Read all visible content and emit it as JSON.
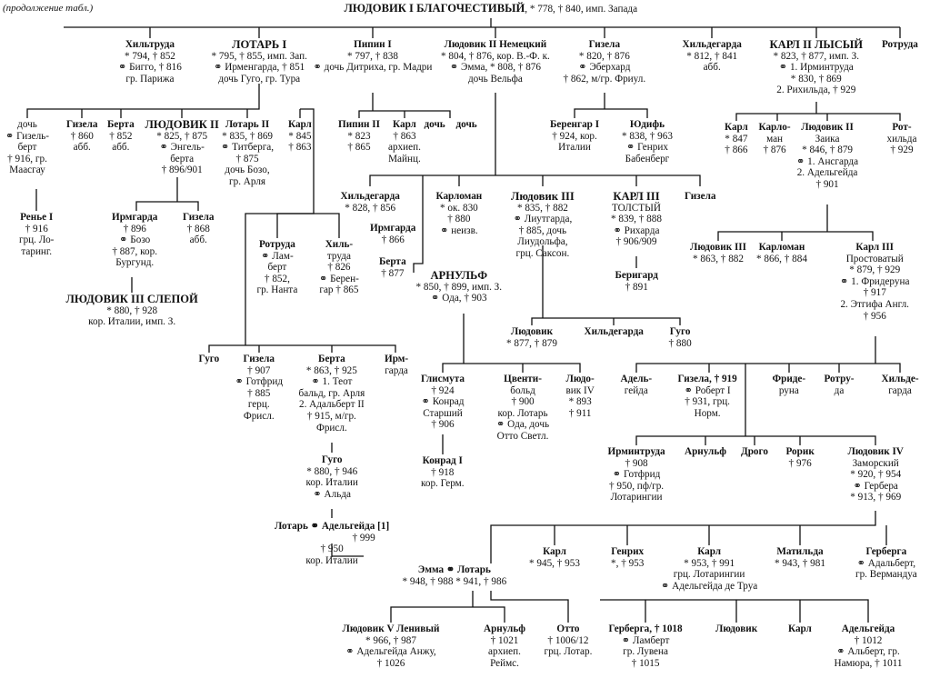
{
  "continuation": "(продолжение табл.)",
  "nodes": [
    {
      "id": "louis1",
      "name": "ЛЮДОВИК I БЛАГОЧЕСТИВЫЙ",
      "lines": [],
      "extra": ", * 778, † 840, имп. Запада"
    },
    {
      "id": "hiltrud",
      "name": "Хильтруда",
      "lines": [
        "* 794, † 852",
        "⚭ Бигго, † 816",
        "гр. Парижа"
      ]
    },
    {
      "id": "lothar1",
      "name": "ЛОТАРЬ I",
      "lines": [
        "* 795, † 855, имп. Зап.",
        "⚭ Ирменгарда, † 851",
        "дочь Гуго, гр. Тура"
      ]
    },
    {
      "id": "pepin1",
      "name": "Пипин I",
      "lines": [
        "* 797, † 838",
        "⚭ дочь Дитриха, гр. Мадри"
      ]
    },
    {
      "id": "louis2g",
      "name": "Людовик II Немецкий",
      "lines": [
        "* 804, † 876, кор. В.-Ф. к.",
        "⚭ Эмма, * 808, † 876",
        "дочь Вельфа"
      ]
    },
    {
      "id": "gisela0",
      "name": "Гизела",
      "lines": [
        "* 820, † 876",
        "⚭ Эберхард",
        "† 862, м/гр. Фриул."
      ]
    },
    {
      "id": "hildegard0",
      "name": "Хильдегарда",
      "lines": [
        "* 812, † 841",
        "абб."
      ]
    },
    {
      "id": "charles2",
      "name": "КАРЛ II ЛЫСЫЙ",
      "lines": [
        "* 823, † 877, имп. З.",
        "⚭ 1. Ирминтруда",
        "* 830, † 869",
        "2. Рихильда, † 929"
      ]
    },
    {
      "id": "rotrud0",
      "name": "Ротруда",
      "lines": []
    },
    {
      "id": "doch1",
      "name": "дочь",
      "lines": [
        "⚭ Гизель-",
        "берт",
        "† 916, гр.",
        "Маасгау"
      ],
      "nonbold": true
    },
    {
      "id": "gisela1",
      "name": "Гизела",
      "lines": [
        "† 860",
        "абб."
      ]
    },
    {
      "id": "berta1",
      "name": "Берта",
      "lines": [
        "† 852",
        "абб."
      ]
    },
    {
      "id": "louis2",
      "name": "ЛЮДОВИК II",
      "lines": [
        "* 825, † 875",
        "⚭ Энгель-",
        "берта",
        "† 896/901"
      ]
    },
    {
      "id": "lothar2",
      "name": "Лотарь II",
      "lines": [
        "* 835, † 869",
        "⚭ Титберга,",
        "† 875",
        "дочь Бозо,",
        "гр. Арля"
      ]
    },
    {
      "id": "karl1",
      "name": "Карл",
      "lines": [
        "* 845",
        "† 863"
      ]
    },
    {
      "id": "pepin2",
      "name": "Пипин II",
      "lines": [
        "* 823",
        "† 865"
      ]
    },
    {
      "id": "karl2",
      "name": "Карл",
      "lines": [
        "† 863",
        "архиеп.",
        "Майнц."
      ]
    },
    {
      "id": "doch2",
      "name": "дочь",
      "lines": []
    },
    {
      "id": "doch3",
      "name": "дочь",
      "lines": []
    },
    {
      "id": "berengar1",
      "name": "Беренгар I",
      "lines": [
        "† 924, кор.",
        "Италии"
      ]
    },
    {
      "id": "judith1",
      "name": "Юдифь",
      "lines": [
        "* 838, † 963",
        "⚭ Генрих",
        "Бабенберг"
      ]
    },
    {
      "id": "karl3",
      "name": "Карл",
      "lines": [
        "* 847",
        "† 866"
      ]
    },
    {
      "id": "karloman1",
      "name": "Карло-",
      "lines": [
        "ман",
        "† 876"
      ]
    },
    {
      "id": "louis2z",
      "name": "Людовик II",
      "lines": [
        "Заика",
        "* 846, † 879",
        "⚭ 1. Ансгарда",
        "2. Адельгейда",
        "† 901"
      ]
    },
    {
      "id": "rothild",
      "name": "Рот-",
      "lines": [
        "хильда",
        "† 929"
      ]
    },
    {
      "id": "renier",
      "name": "Ренье I",
      "lines": [
        "† 916",
        "грц. Ло-",
        "таринг."
      ]
    },
    {
      "id": "irmgard1",
      "name": "Ирмгарда",
      "lines": [
        "† 896",
        "⚭ Бозо",
        "† 887, кор.",
        "Бургунд."
      ]
    },
    {
      "id": "gisela2",
      "name": "Гизела",
      "lines": [
        "† 868",
        "абб."
      ]
    },
    {
      "id": "hildegard1",
      "name": "Хильдегарда",
      "lines": [
        "* 828, † 856"
      ]
    },
    {
      "id": "irmgard2",
      "name": "Ирмгарда",
      "lines": [
        "† 866"
      ]
    },
    {
      "id": "berta2",
      "name": "Берта",
      "lines": [
        "† 877"
      ]
    },
    {
      "id": "karloman2",
      "name": "Карломан",
      "lines": [
        "* ок. 830",
        "† 880",
        "⚭ неизв."
      ]
    },
    {
      "id": "louis3y",
      "name": "Людовик III",
      "lines": [
        "* 835, † 882",
        "⚭ Лиутгарда,",
        "† 885, дочь",
        "Лиудольфа,",
        "грц. Саксон."
      ]
    },
    {
      "id": "charles3",
      "name": "КАРЛ III",
      "lines": [
        "ТОЛСТЫЙ",
        "* 839, † 888",
        "⚭ Рихарда",
        "† 906/909"
      ]
    },
    {
      "id": "gisela3",
      "name": "Гизела",
      "lines": []
    },
    {
      "id": "rotrud1",
      "name": "Ротруда",
      "lines": [
        "⚭ Лам-",
        "берт",
        "† 852,",
        "гр. Нанта"
      ]
    },
    {
      "id": "hiltrud2",
      "name": "Хиль-",
      "lines": [
        "труда",
        "† 826",
        "⚭ Берен-",
        "гар † 865"
      ]
    },
    {
      "id": "louis3b",
      "name": "ЛЮДОВИК III СЛЕПОЙ",
      "lines": [
        "* 880, † 928",
        "кор. Италии, имп. З."
      ]
    },
    {
      "id": "arnulf",
      "name": "АРНУЛЬФ",
      "lines": [
        "* 850, † 899, имп. З.",
        "⚭ Ода, † 903"
      ]
    },
    {
      "id": "berighard",
      "name": "Беригард",
      "lines": [
        "† 891"
      ]
    },
    {
      "id": "louis3c",
      "name": "Людовик III",
      "lines": [
        "* 863, † 882"
      ]
    },
    {
      "id": "karloman3",
      "name": "Карломан",
      "lines": [
        "* 866, † 884"
      ]
    },
    {
      "id": "charles3s",
      "name": "Карл III",
      "lines": [
        "Простоватый",
        "* 879, † 929",
        "⚭ 1. Фридеруна",
        "† 917",
        "2. Этгифа Англ.",
        "† 956"
      ]
    },
    {
      "id": "louis4",
      "name": "Людовик",
      "lines": [
        "* 877, † 879"
      ]
    },
    {
      "id": "hildegard2",
      "name": "Хильдегарда",
      "lines": []
    },
    {
      "id": "hugo1",
      "name": "Гуго",
      "lines": [
        "† 880"
      ]
    },
    {
      "id": "hugo2",
      "name": "Гуго",
      "lines": []
    },
    {
      "id": "gisela4",
      "name": "Гизела",
      "lines": [
        "† 907",
        "⚭ Готфрид",
        "† 885",
        "герц.",
        "Фрисл."
      ]
    },
    {
      "id": "berta3",
      "name": "Берта",
      "lines": [
        "* 863, † 925",
        "⚭ 1. Теот",
        "бальд, гр. Арля",
        "2. Адальберт II",
        "† 915, м/гр.",
        "Фрисл."
      ]
    },
    {
      "id": "irmgard3",
      "name": "Ирм-",
      "lines": [
        "гарда"
      ]
    },
    {
      "id": "glismut",
      "name": "Глисмута",
      "lines": [
        "† 924",
        "⚭ Конрад",
        "Старший",
        "† 906"
      ]
    },
    {
      "id": "zwentibold",
      "name": "Цвенти-",
      "lines": [
        "больд",
        "† 900",
        "кор. Лотарь",
        "⚭ Ода, дочь",
        "Отто Светл."
      ]
    },
    {
      "id": "louis4c",
      "name": "Людо-",
      "lines": [
        "вик IV",
        "* 893",
        "† 911"
      ]
    },
    {
      "id": "adelgeid1",
      "name": "Адель-",
      "lines": [
        "гейда"
      ]
    },
    {
      "id": "gisela5",
      "name": "Гизела, † 919",
      "lines": [
        "⚭ Роберт I",
        "† 931, грц.",
        "Норм."
      ]
    },
    {
      "id": "frideruna",
      "name": "Фриде-",
      "lines": [
        "руна"
      ]
    },
    {
      "id": "rotrud2",
      "name": "Ротру-",
      "lines": [
        "да"
      ]
    },
    {
      "id": "hildegard3",
      "name": "Хильде-",
      "lines": [
        "гарда"
      ]
    },
    {
      "id": "konrad1",
      "name": "Конрад I",
      "lines": [
        "† 918",
        "кор. Герм."
      ]
    },
    {
      "id": "hugo3",
      "name": "Гуго",
      "lines": [
        "* 880, † 946",
        "кор. Италии",
        "⚭ Альда"
      ]
    },
    {
      "id": "irmintrud",
      "name": "Ирминтруда",
      "lines": [
        "† 908",
        "⚭ Готфрид",
        "† 950, пф/гр.",
        "Лотарингии"
      ]
    },
    {
      "id": "arnulf2",
      "name": "Арнульф",
      "lines": []
    },
    {
      "id": "drogo",
      "name": "Дрого",
      "lines": []
    },
    {
      "id": "rorik",
      "name": "Рорик",
      "lines": [
        "† 976"
      ]
    },
    {
      "id": "louis4o",
      "name": "Людовик IV",
      "lines": [
        "Заморский",
        "* 920, † 954",
        "⚭ Гербера",
        "* 913, † 969"
      ]
    },
    {
      "id": "lothar3",
      "name": "Лотарь",
      "lines": [
        "† 950",
        "кор. Италии"
      ],
      "extra": "  ⚭  Адельгейда [1]",
      "extra2": "† 999"
    },
    {
      "id": "karl4",
      "name": "Карл",
      "lines": [
        "* 945, † 953"
      ]
    },
    {
      "id": "henri",
      "name": "Генрих",
      "lines": [
        "*, † 953"
      ]
    },
    {
      "id": "karl5",
      "name": "Карл",
      "lines": [
        "* 953, † 991",
        "грц. Лотарингии",
        "⚭ Адельгейда де Труа"
      ]
    },
    {
      "id": "mathilde",
      "name": "Матильда",
      "lines": [
        "* 943, † 981"
      ]
    },
    {
      "id": "gerberga1",
      "name": "Герберга",
      "lines": [
        "⚭ Адальберт,",
        "гр. Вермандуа"
      ]
    },
    {
      "id": "emma",
      "name": "Эмма  ⚭  Лотарь",
      "lines": [
        "* 948, † 988       * 941, † 986"
      ]
    },
    {
      "id": "louis5",
      "name": "Людовик V Ленивый",
      "lines": [
        "* 966, † 987",
        "⚭ Адельгейда Анжу,",
        "† 1026"
      ]
    },
    {
      "id": "arnulf3",
      "name": "Арнульф",
      "lines": [
        "† 1021",
        "архиеп.",
        "Реймс."
      ]
    },
    {
      "id": "otto",
      "name": "Отто",
      "lines": [
        "† 1006/12",
        "грц. Лотар."
      ]
    },
    {
      "id": "gerberga2",
      "name": "Герберга, † 1018",
      "lines": [
        "⚭ Ламберт",
        "гр. Лувена",
        "† 1015"
      ]
    },
    {
      "id": "louis6",
      "name": "Людовик",
      "lines": []
    },
    {
      "id": "karl6",
      "name": "Карл",
      "lines": []
    },
    {
      "id": "adelgeid2",
      "name": "Адельгейда",
      "lines": [
        "† 1012",
        "⚭ Альберт, гр.",
        "Намюра, † 1011"
      ]
    }
  ]
}
